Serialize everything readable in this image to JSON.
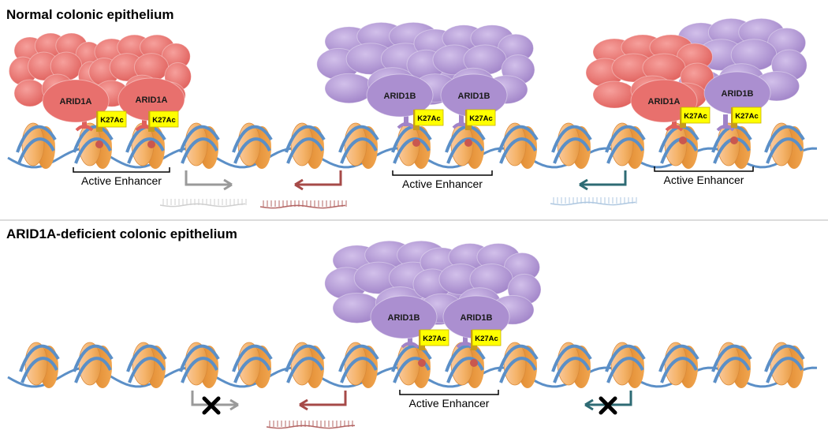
{
  "panels": [
    {
      "title": "Normal colonic epithelium",
      "complexes": [
        {
          "subunits": [
            "ARID1A",
            "ARID1A"
          ],
          "color": "#e8706d"
        },
        {
          "subunits": [
            "ARID1B",
            "ARID1B"
          ],
          "color": "#ab8fd0"
        },
        {
          "subunits": [
            "ARID1A",
            "ARID1B"
          ],
          "color": "mixed"
        }
      ],
      "marks": [
        "K27Ac",
        "K27Ac",
        "K27Ac",
        "K27Ac",
        "K27Ac",
        "K27Ac"
      ],
      "enhancers": [
        "Active Enhancer",
        "Active Enhancer",
        "Active Enhancer"
      ]
    },
    {
      "title": "ARID1A-deficient colonic epithelium",
      "complexes": [
        {
          "subunits": [
            "ARID1B",
            "ARID1B"
          ],
          "color": "#ab8fd0"
        }
      ],
      "marks": [
        "K27Ac",
        "K27Ac"
      ],
      "enhancers": [
        "Active Enhancer"
      ]
    }
  ],
  "colors": {
    "arid1a": "#e8706d",
    "arid1b": "#ab8fd0",
    "nucleosome": "#f5b46b",
    "dna": "#5b8fc7",
    "mark": "#ffff00",
    "arrow_gray": "#9a9a9a",
    "arrow_red": "#a64a48",
    "arrow_teal": "#2e6b74"
  },
  "icons": [
    "nucleosome-icon",
    "transcript-icon",
    "block-x-icon",
    "promoter-arrow-icon"
  ]
}
